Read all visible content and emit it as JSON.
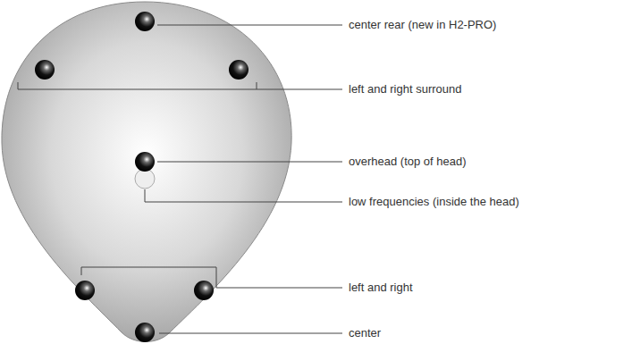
{
  "diagram": {
    "labels": [
      "center rear (new in H2-PRO)",
      "left and right surround",
      "overhead (top of head)",
      "low frequencies (inside the head)",
      "left and right",
      "center"
    ]
  }
}
